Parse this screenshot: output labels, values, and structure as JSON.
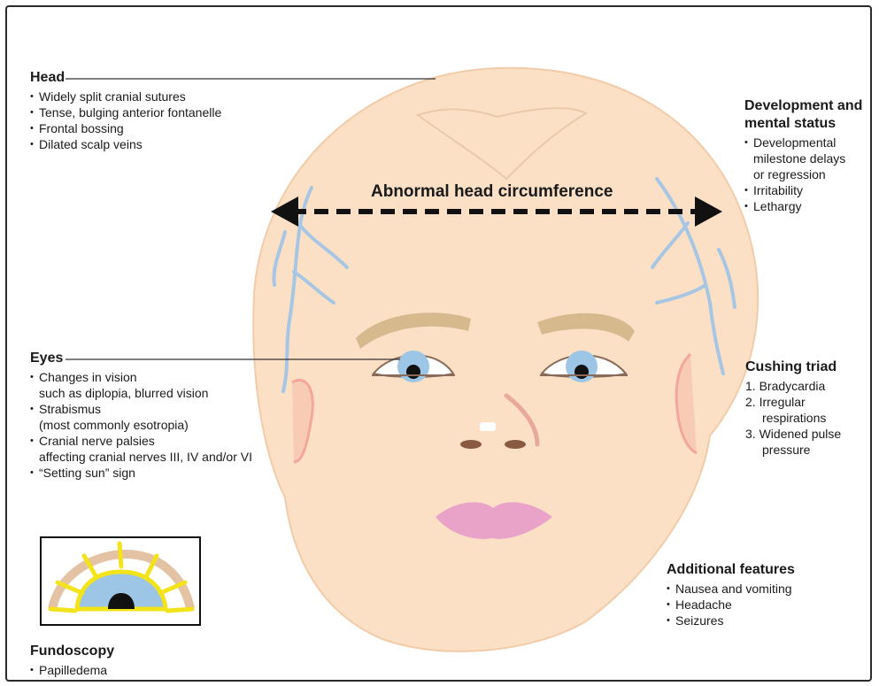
{
  "arrow": {
    "label": "Abnormal head circumference"
  },
  "head": {
    "title": "Head",
    "items": [
      "Widely split cranial sutures",
      "Tense, bulging anterior fontanelle",
      "Frontal bossing",
      "Dilated scalp veins"
    ]
  },
  "development": {
    "title_line1": "Development and",
    "title_line2": "mental status",
    "items": [
      [
        "Developmental",
        "milestone delays",
        "or regression"
      ],
      [
        "Irritability"
      ],
      [
        "Lethargy"
      ]
    ]
  },
  "eyes": {
    "title": "Eyes",
    "items": [
      [
        "Changes in vision",
        "such as diplopia, blurred vision"
      ],
      [
        "Strabismus",
        "(most commonly esotropia)"
      ],
      [
        "Cranial nerve palsies",
        "affecting cranial nerves III, IV and/or VI"
      ],
      [
        "“Setting sun” sign"
      ]
    ]
  },
  "cushing": {
    "title": "Cushing triad",
    "items": [
      [
        "1.",
        "Bradycardia"
      ],
      [
        "2.",
        "Irregular",
        "respirations"
      ],
      [
        "3.",
        "Widened pulse",
        "pressure"
      ]
    ]
  },
  "additional": {
    "title": "Additional features",
    "items": [
      "Nausea and vomiting",
      "Headache",
      "Seizures"
    ]
  },
  "fundoscopy": {
    "title": "Fundoscopy",
    "items": [
      "Papilledema"
    ]
  },
  "colors": {
    "skin": "#fbe0c6",
    "skin_edge": "#f2cba8",
    "vein": "#a7c6e3",
    "brow": "#d6b98d",
    "iris": "#9cc5e6",
    "lips": "#eaa3c8",
    "nose": "#c07058",
    "fundus_ring": "#f2e31a",
    "fundus_arc": "#e4c2a4"
  }
}
